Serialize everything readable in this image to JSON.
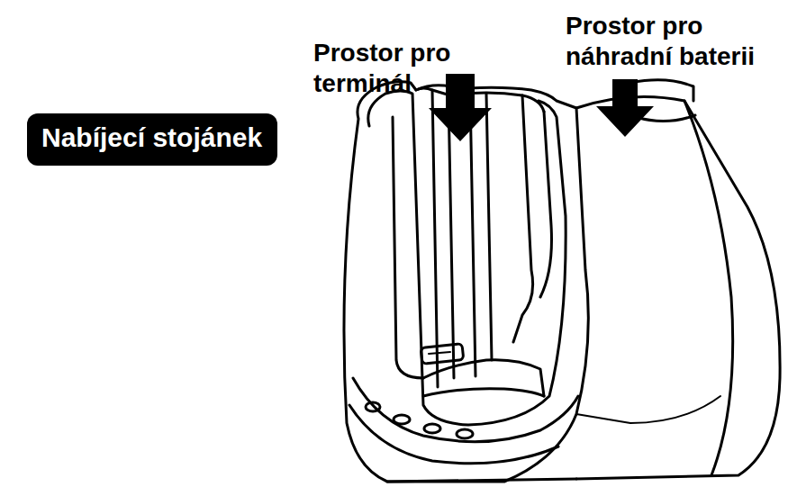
{
  "diagram": {
    "nodes": [
      {
        "text": [
          "Nabíjecí stojánek"
        ]
      }
    ],
    "labels": [
      "Prostor pro terminál",
      "Prostor pro náhradní baterii"
    ]
  }
}
